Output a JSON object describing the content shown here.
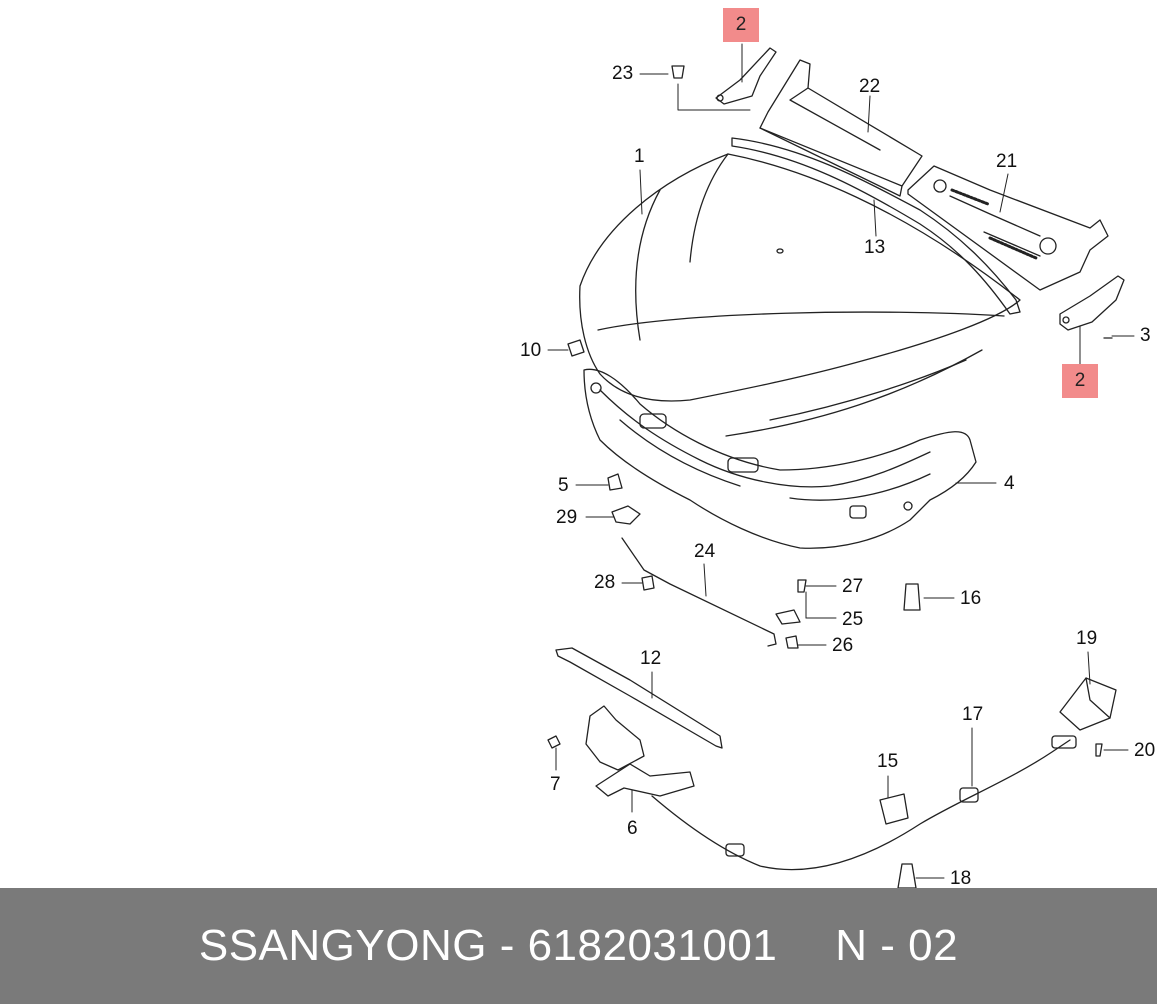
{
  "highlight_color": "#f28b8b",
  "callouts": [
    {
      "id": "c2a",
      "text": "2"
    },
    {
      "id": "c2b",
      "text": "2"
    },
    {
      "id": "c23",
      "text": "23"
    },
    {
      "id": "c22",
      "text": "22"
    },
    {
      "id": "c21",
      "text": "21"
    },
    {
      "id": "c1",
      "text": "1"
    },
    {
      "id": "c13",
      "text": "13"
    },
    {
      "id": "c3",
      "text": "3"
    },
    {
      "id": "c10",
      "text": "10"
    },
    {
      "id": "c4",
      "text": "4"
    },
    {
      "id": "c5",
      "text": "5"
    },
    {
      "id": "c29",
      "text": "29"
    },
    {
      "id": "c24",
      "text": "24"
    },
    {
      "id": "c28",
      "text": "28"
    },
    {
      "id": "c27",
      "text": "27"
    },
    {
      "id": "c25",
      "text": "25"
    },
    {
      "id": "c16",
      "text": "16"
    },
    {
      "id": "c26",
      "text": "26"
    },
    {
      "id": "c12",
      "text": "12"
    },
    {
      "id": "c19",
      "text": "19"
    },
    {
      "id": "c17",
      "text": "17"
    },
    {
      "id": "c7",
      "text": "7"
    },
    {
      "id": "c15",
      "text": "15"
    },
    {
      "id": "c20",
      "text": "20"
    },
    {
      "id": "c6",
      "text": "6"
    },
    {
      "id": "c18",
      "text": "18"
    }
  ],
  "footer": {
    "part_text": "SSANGYONG - 6182031001",
    "page_text": "N - 02"
  }
}
